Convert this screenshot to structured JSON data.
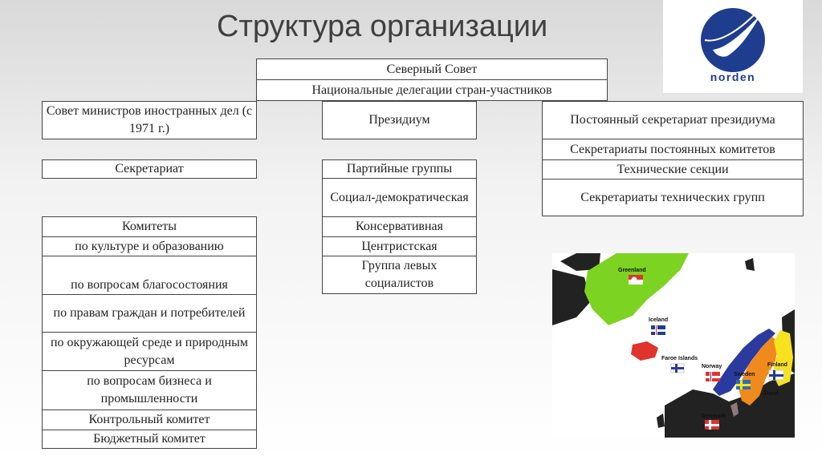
{
  "title": "Структура организации",
  "logo": {
    "text": "norden",
    "brand_color": "#1f3d8f"
  },
  "center_top": {
    "council": "Северный Совет",
    "delegations": "Национальные делегации стран-участников",
    "presidium": "Президиум"
  },
  "left": {
    "council_ministers": "Совет министров иностранных дел (с 1971 г.)",
    "secretariat": "Секретариат",
    "committees_header": "Комитеты",
    "committees": [
      "по культуре и образованию",
      "по вопросам благосостояния",
      "по правам граждан и потребителей",
      "по окружающей среде и природным ресурсам",
      "по вопросам бизнеса и промышленности",
      "Контрольный комитет",
      "Бюджетный комитет"
    ]
  },
  "middle": {
    "party_header": "Партийные группы",
    "parties": [
      "Социал-демократическая",
      "Консервативная",
      "Центристская",
      "Группа левых социалистов"
    ]
  },
  "right": {
    "items": [
      "Постоянный секретариат президиума",
      "Секретариаты постоянных комитетов",
      "Технические секции",
      "Секретариаты технических групп"
    ]
  },
  "map": {
    "labels": [
      "Greenland",
      "Iceland",
      "Faroe Islands",
      "Norway",
      "Sweden",
      "Finland",
      "Åland",
      "Denmark"
    ],
    "colors": {
      "greenland": "#7dd321",
      "iceland": "#e0332b",
      "norway": "#2b3a9e",
      "sweden": "#f08a1c",
      "finland": "#f7e21f",
      "denmark": "#8a7a7a"
    }
  }
}
